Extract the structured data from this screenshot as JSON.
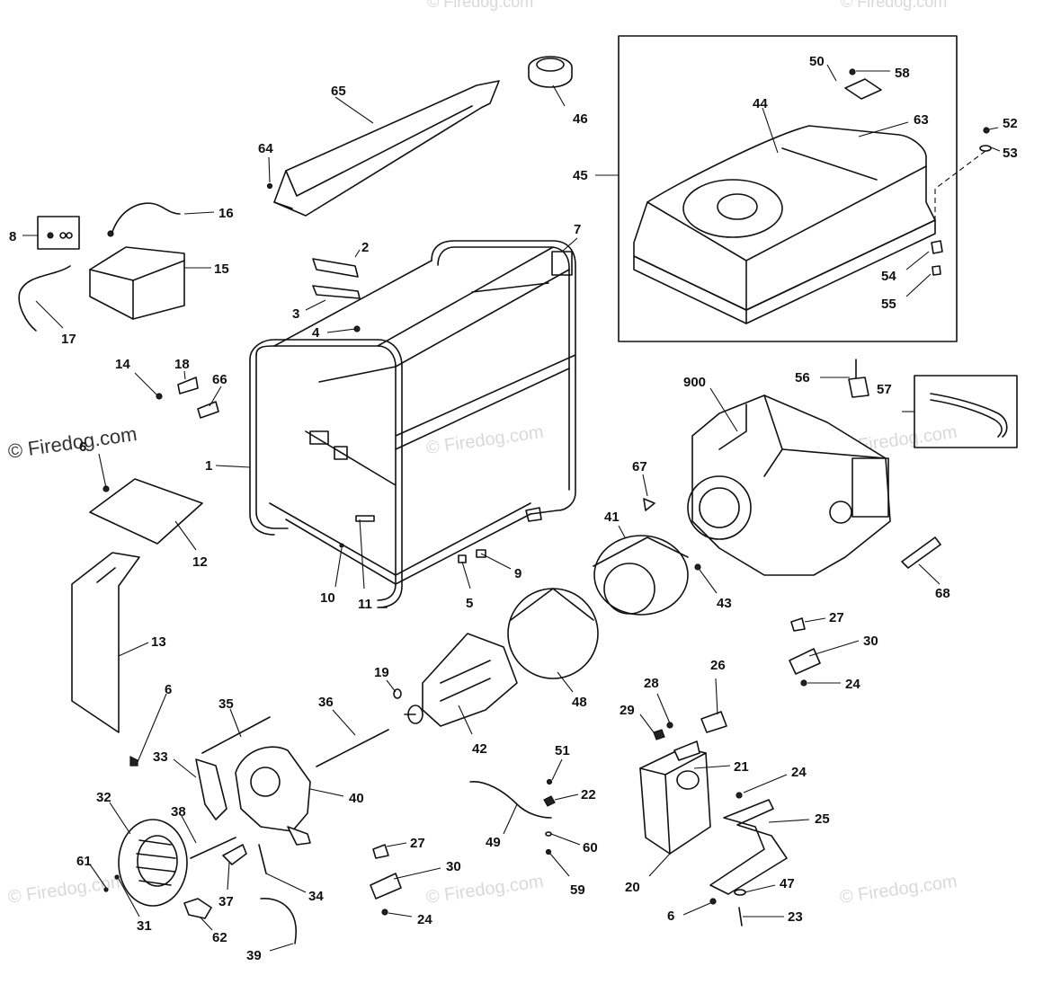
{
  "watermark": {
    "main_text": "© Firedog.com",
    "faint_text": "© Firedog.com"
  },
  "part_numbers": [
    "1",
    "2",
    "3",
    "4",
    "5",
    "6",
    "7",
    "8",
    "9",
    "10",
    "11",
    "12",
    "13",
    "14",
    "15",
    "16",
    "17",
    "18",
    "19",
    "20",
    "21",
    "22",
    "23",
    "24",
    "25",
    "26",
    "27",
    "28",
    "29",
    "30",
    "31",
    "32",
    "33",
    "34",
    "35",
    "36",
    "37",
    "38",
    "39",
    "40",
    "41",
    "42",
    "43",
    "44",
    "45",
    "46",
    "47",
    "48",
    "49",
    "50",
    "51",
    "52",
    "53",
    "54",
    "55",
    "56",
    "57",
    "58",
    "59",
    "60",
    "61",
    "62",
    "63",
    "64",
    "65",
    "66",
    "67",
    "68",
    "900"
  ],
  "callouts": [
    {
      "id": "c65",
      "label": "65"
    },
    {
      "id": "c46",
      "label": "46"
    },
    {
      "id": "c64",
      "label": "64"
    },
    {
      "id": "c16",
      "label": "16"
    },
    {
      "id": "c8",
      "label": "8"
    },
    {
      "id": "c15",
      "label": "15"
    },
    {
      "id": "c17",
      "label": "17"
    },
    {
      "id": "c2",
      "label": "2"
    },
    {
      "id": "c3",
      "label": "3"
    },
    {
      "id": "c4",
      "label": "4"
    },
    {
      "id": "c7",
      "label": "7"
    },
    {
      "id": "c14",
      "label": "14"
    },
    {
      "id": "c18",
      "label": "18"
    },
    {
      "id": "c66",
      "label": "66"
    },
    {
      "id": "c6a",
      "label": "6"
    },
    {
      "id": "c12",
      "label": "12"
    },
    {
      "id": "c1",
      "label": "1"
    },
    {
      "id": "c13",
      "label": "13"
    },
    {
      "id": "c6b",
      "label": "6"
    },
    {
      "id": "c10",
      "label": "10"
    },
    {
      "id": "c11",
      "label": "11"
    },
    {
      "id": "c5",
      "label": "5"
    },
    {
      "id": "c9",
      "label": "9"
    },
    {
      "id": "c50",
      "label": "50"
    },
    {
      "id": "c58",
      "label": "58"
    },
    {
      "id": "c44",
      "label": "44"
    },
    {
      "id": "c63",
      "label": "63"
    },
    {
      "id": "c52",
      "label": "52"
    },
    {
      "id": "c53",
      "label": "53"
    },
    {
      "id": "c45",
      "label": "45"
    },
    {
      "id": "c54",
      "label": "54"
    },
    {
      "id": "c55",
      "label": "55"
    },
    {
      "id": "c900",
      "label": "900"
    },
    {
      "id": "c56",
      "label": "56"
    },
    {
      "id": "c57",
      "label": "57"
    },
    {
      "id": "c67",
      "label": "67"
    },
    {
      "id": "c41",
      "label": "41"
    },
    {
      "id": "c43",
      "label": "43"
    },
    {
      "id": "c68",
      "label": "68"
    },
    {
      "id": "c27a",
      "label": "27"
    },
    {
      "id": "c30a",
      "label": "30"
    },
    {
      "id": "c24a",
      "label": "24"
    },
    {
      "id": "c26",
      "label": "26"
    },
    {
      "id": "c28",
      "label": "28"
    },
    {
      "id": "c29",
      "label": "29"
    },
    {
      "id": "c21",
      "label": "21"
    },
    {
      "id": "c24b",
      "label": "24"
    },
    {
      "id": "c25",
      "label": "25"
    },
    {
      "id": "c20",
      "label": "20"
    },
    {
      "id": "c47",
      "label": "47"
    },
    {
      "id": "c6c",
      "label": "6"
    },
    {
      "id": "c23",
      "label": "23"
    },
    {
      "id": "c19",
      "label": "19"
    },
    {
      "id": "c42",
      "label": "42"
    },
    {
      "id": "c48",
      "label": "48"
    },
    {
      "id": "c36",
      "label": "36"
    },
    {
      "id": "c35",
      "label": "35"
    },
    {
      "id": "c33",
      "label": "33"
    },
    {
      "id": "c40",
      "label": "40"
    },
    {
      "id": "c32",
      "label": "32"
    },
    {
      "id": "c38",
      "label": "38"
    },
    {
      "id": "c61",
      "label": "61"
    },
    {
      "id": "c31",
      "label": "31"
    },
    {
      "id": "c37",
      "label": "37"
    },
    {
      "id": "c34",
      "label": "34"
    },
    {
      "id": "c62",
      "label": "62"
    },
    {
      "id": "c39",
      "label": "39"
    },
    {
      "id": "c51",
      "label": "51"
    },
    {
      "id": "c22",
      "label": "22"
    },
    {
      "id": "c49",
      "label": "49"
    },
    {
      "id": "c60",
      "label": "60"
    },
    {
      "id": "c59",
      "label": "59"
    },
    {
      "id": "c27b",
      "label": "27"
    },
    {
      "id": "c30b",
      "label": "30"
    },
    {
      "id": "c24c",
      "label": "24"
    }
  ]
}
